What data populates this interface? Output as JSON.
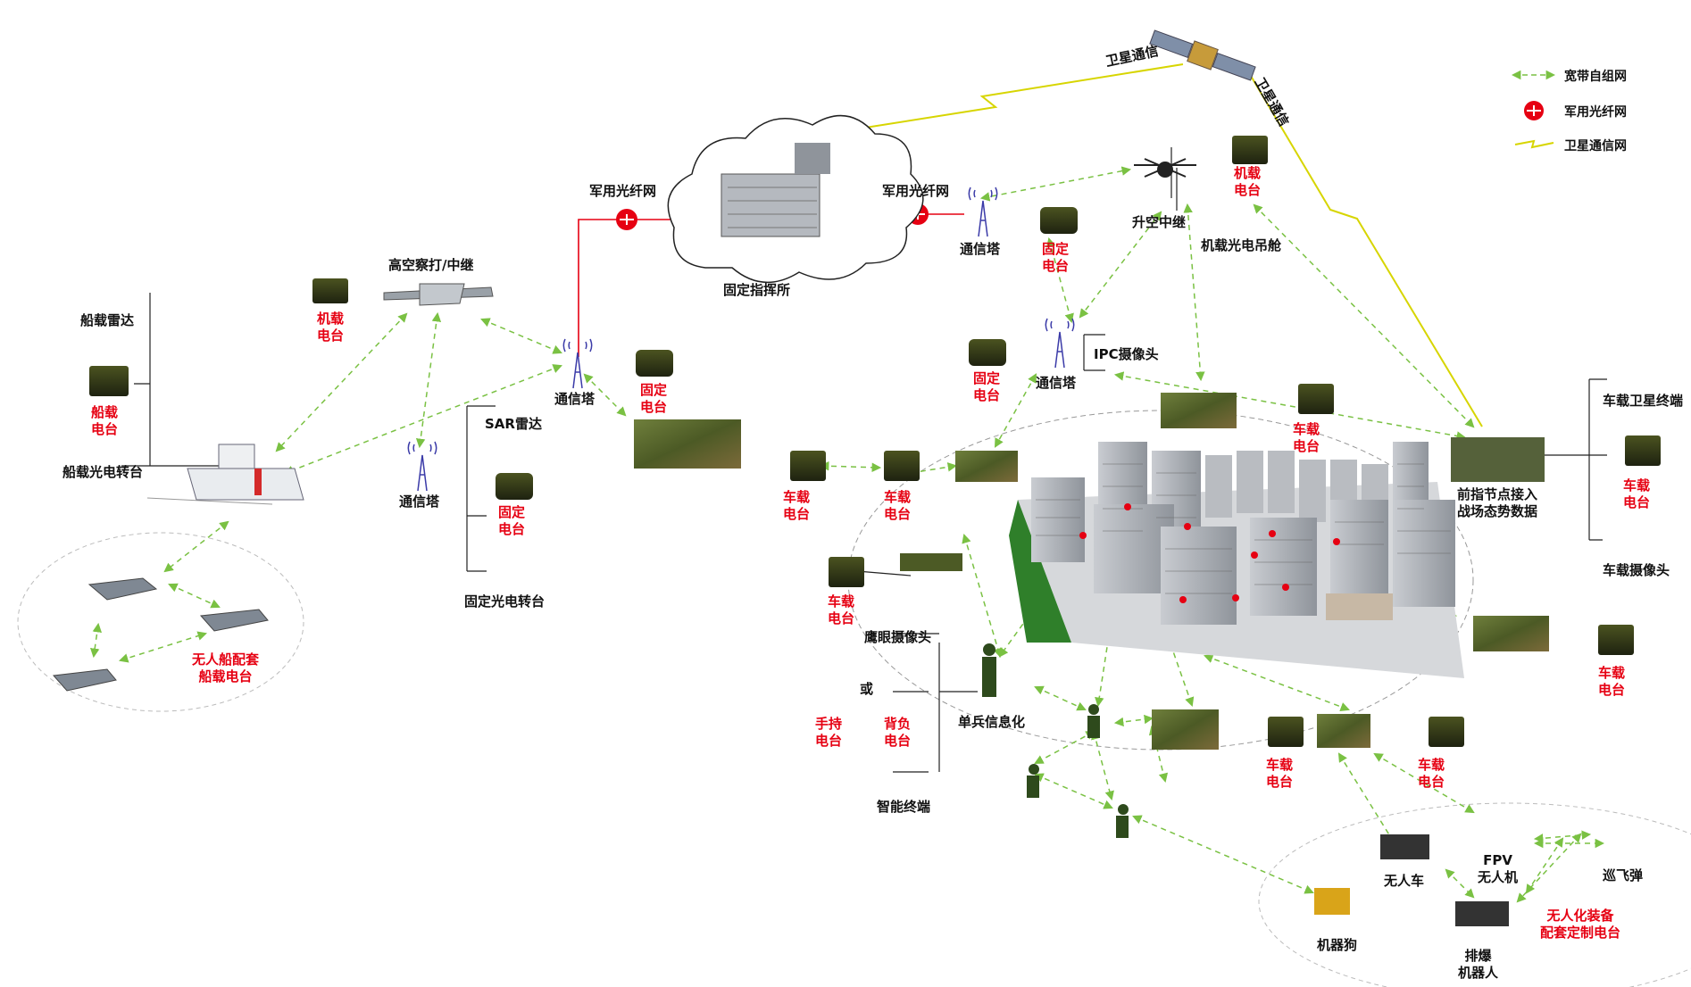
{
  "legend": {
    "manet": "宽带自组网",
    "fiber": "军用光纤网",
    "satellite": "卫星通信网"
  },
  "colors": {
    "manet": "#7ac143",
    "fiber": "#e60012",
    "satellite": "#d7d500",
    "label_red": "#e60012"
  },
  "labels": {
    "sat_comm_left": "卫星通信",
    "sat_comm_right": "卫星通信",
    "fiber_left": "军用光纤网",
    "fiber_right": "军用光纤网",
    "command_post": "固定指挥所",
    "ship_radar": "船载雷达",
    "ship_radio": [
      "船载",
      "电台"
    ],
    "ship_eo": "船载光电转台",
    "hale_relay": "高空察打/中继",
    "hale_radio": [
      "机载",
      "电台"
    ],
    "sar_radar": "SAR雷达",
    "tower_a": "通信塔",
    "tower_b": "通信塔",
    "tower_c": "通信塔",
    "tower_d": "通信塔",
    "fixed_radio_a": [
      "固定",
      "电台"
    ],
    "fixed_radio_b": [
      "固定",
      "电台"
    ],
    "fixed_radio_c": [
      "固定",
      "电台"
    ],
    "fixed_radio_d": [
      "固定",
      "电台"
    ],
    "fixed_eo": "固定光电转台",
    "usv_radio": [
      "无人船配套",
      "船载电台"
    ],
    "uav_relay": "升空中继",
    "uav_radio": [
      "机载",
      "电台"
    ],
    "uav_pod": "机载光电吊舱",
    "ipc_camera": "IPC摄像头",
    "veh_radio_a": [
      "车载",
      "电台"
    ],
    "veh_radio_b": [
      "车载",
      "电台"
    ],
    "veh_radio_c": [
      "车载",
      "电台"
    ],
    "veh_radio_d": [
      "车载",
      "电台"
    ],
    "veh_radio_e": [
      "车载",
      "电台"
    ],
    "veh_radio_f": [
      "车载",
      "电台"
    ],
    "veh_radio_g": [
      "车载",
      "电台"
    ],
    "veh_radio_h": [
      "车载",
      "电台"
    ],
    "forward_node": [
      "前指节点接入",
      "战场态势数据"
    ],
    "veh_sat_terminal": "车载卫星终端",
    "veh_camera": "车载摄像头",
    "eagle_eye": "鹰眼摄像头",
    "or_text": "或",
    "handheld": [
      "手持",
      "电台"
    ],
    "manpack": [
      "背负",
      "电台"
    ],
    "smart_terminal": "智能终端",
    "soldier": "单兵信息化",
    "ugv": "无人车",
    "fpv": [
      "FPV",
      "无人机"
    ],
    "loitering": "巡飞弹",
    "robot_dog": "机器狗",
    "eod_robot": [
      "排爆",
      "机器人"
    ],
    "unmanned_radio": [
      "无人化装备",
      "配套定制电台"
    ]
  }
}
